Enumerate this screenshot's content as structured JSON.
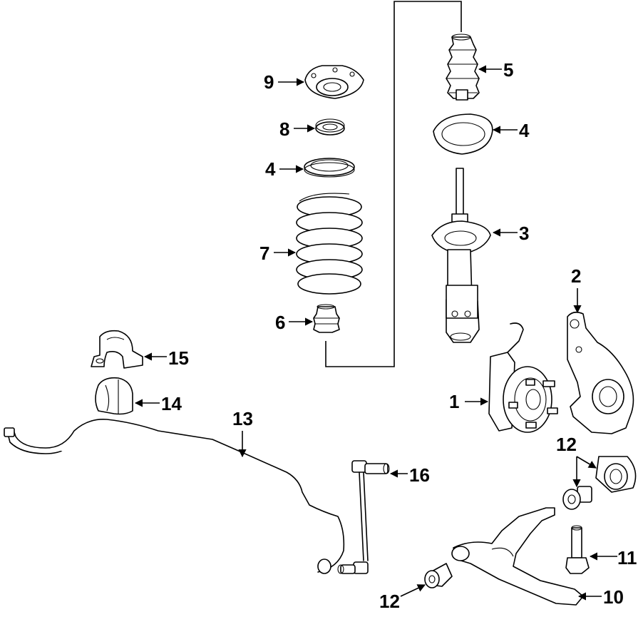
{
  "callouts": {
    "c1": "1",
    "c2": "2",
    "c3": "3",
    "c4a": "4",
    "c4b": "4",
    "c5": "5",
    "c6": "6",
    "c7": "7",
    "c8": "8",
    "c9": "9",
    "c10": "10",
    "c11": "11",
    "c12a": "12",
    "c12b": "12",
    "c13": "13",
    "c14": "14",
    "c15": "15",
    "c16": "16"
  }
}
